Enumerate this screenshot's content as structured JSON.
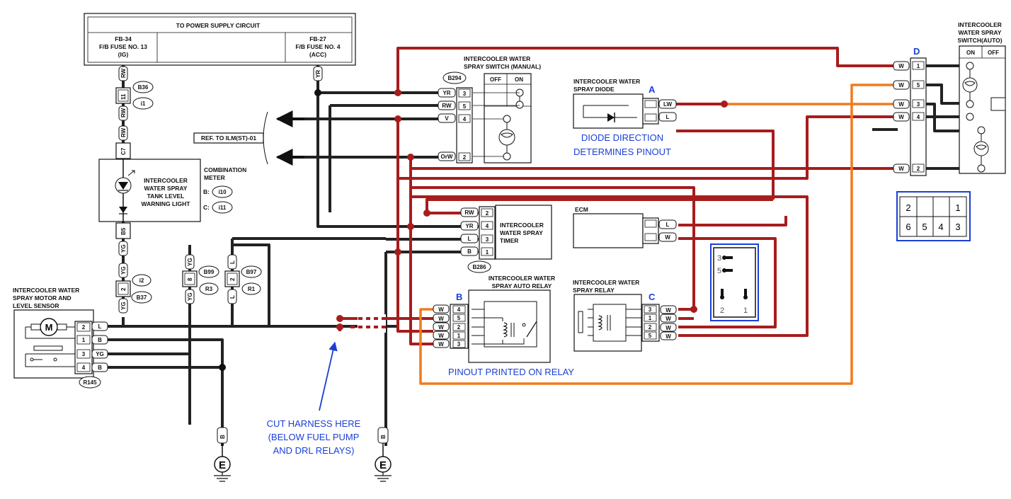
{
  "header": {
    "title": "TO POWER SUPPLY CIRCUIT",
    "fuse_left": [
      "FB-34",
      "F/B FUSE NO. 13",
      "(IG)"
    ],
    "fuse_right": [
      "FB-27",
      "F/B FUSE NO. 4",
      "(ACC)"
    ]
  },
  "left": {
    "wire_rw": "RW",
    "wire_c7": "C7",
    "wire_b5": "B5",
    "wire_yg": "YG",
    "wire_yr": "YR",
    "pin_11": "11",
    "pin_2": "2",
    "tag_b36": "B36",
    "tag_i1": "i1",
    "tag_i2": "i2",
    "tag_b37": "B37",
    "ref": "REF. TO ILM(ST)-01",
    "warning_light": [
      "INTERCOOLER",
      "WATER SPRAY",
      "TANK LEVEL",
      "WARNING LIGHT"
    ],
    "combo_meter": [
      "COMBINATION",
      "METER"
    ],
    "combo_b": "B:",
    "combo_c": "C:",
    "tag_i10": "i10",
    "tag_i11": "i11",
    "motor_title": [
      "INTERCOOLER WATER",
      "SPRAY MOTOR AND",
      "LEVEL SENSOR"
    ],
    "motor_symbol": "M",
    "motor_pins": [
      "2",
      "1",
      "3",
      "4"
    ],
    "motor_wires": [
      "L",
      "B",
      "YG",
      "B"
    ],
    "tag_r145": "R145",
    "conn_b99": {
      "pin": "8",
      "wire_top": "YG",
      "wire_bottom": "YG",
      "tag1": "B99",
      "tag2": "R3"
    },
    "conn_b97": {
      "pin": "2",
      "wire_top": "L",
      "wire_bottom": "L",
      "tag1": "B97",
      "tag2": "R1"
    },
    "ground_wire": "B",
    "ground_symbol": "E"
  },
  "manual_switch": {
    "title": [
      "INTERCOOLER WATER",
      "SPRAY SWITCH (MANUAL)"
    ],
    "tag": "B294",
    "off": "OFF",
    "on": "ON",
    "pins": [
      "3",
      "5",
      "4",
      "2"
    ],
    "wires": [
      "YR",
      "RW",
      "V",
      "OrW"
    ]
  },
  "diode": {
    "title": [
      "INTERCOOLER WATER",
      "SPRAY DIODE"
    ],
    "letter": "A",
    "wires": [
      "LW",
      "L"
    ],
    "note": [
      "DIODE DIRECTION",
      "DETERMINES PINOUT"
    ]
  },
  "auto_switch": {
    "title": [
      "INTERCOOLER",
      "WATER SPRAY",
      "SWITCH(AUTO)"
    ],
    "letter": "D",
    "on": "ON",
    "off": "OFF",
    "pins": [
      "1",
      "5",
      "3",
      "4",
      "2"
    ],
    "wires": [
      "W",
      "W",
      "W",
      "W",
      "W"
    ]
  },
  "timer": {
    "title": [
      "INTERCOOLER",
      "WATER SPRAY",
      "TIMER"
    ],
    "tag": "B286",
    "pins": [
      "2",
      "4",
      "3",
      "1"
    ],
    "wires": [
      "RW",
      "YR",
      "L",
      "B"
    ]
  },
  "ecm": {
    "title": "ECM",
    "wires": [
      "L",
      "W"
    ]
  },
  "auto_relay": {
    "title": [
      "INTERCOOLER WATER",
      "SPRAY AUTO RELAY"
    ],
    "letter": "B",
    "pins": [
      "4",
      "5",
      "2",
      "1",
      "3"
    ],
    "wires": [
      "W",
      "W",
      "W",
      "W",
      "W"
    ],
    "note": "PINOUT PRINTED ON RELAY"
  },
  "relay": {
    "title": [
      "INTERCOOLER WATER",
      "SPRAY RELAY"
    ],
    "letter": "C",
    "pins": [
      "3",
      "1",
      "2",
      "5"
    ],
    "wires": [
      "W",
      "W",
      "W",
      "W"
    ]
  },
  "relay_pinout": {
    "labels": [
      "3",
      "5",
      "2",
      "1"
    ]
  },
  "switch_pinout": {
    "top": [
      "2",
      "",
      "",
      "1"
    ],
    "bottom": [
      "6",
      "5",
      "4",
      "3"
    ]
  },
  "cut_note": [
    "CUT HARNESS HERE",
    "(BELOW FUEL PUMP",
    "AND DRL RELAYS)"
  ]
}
